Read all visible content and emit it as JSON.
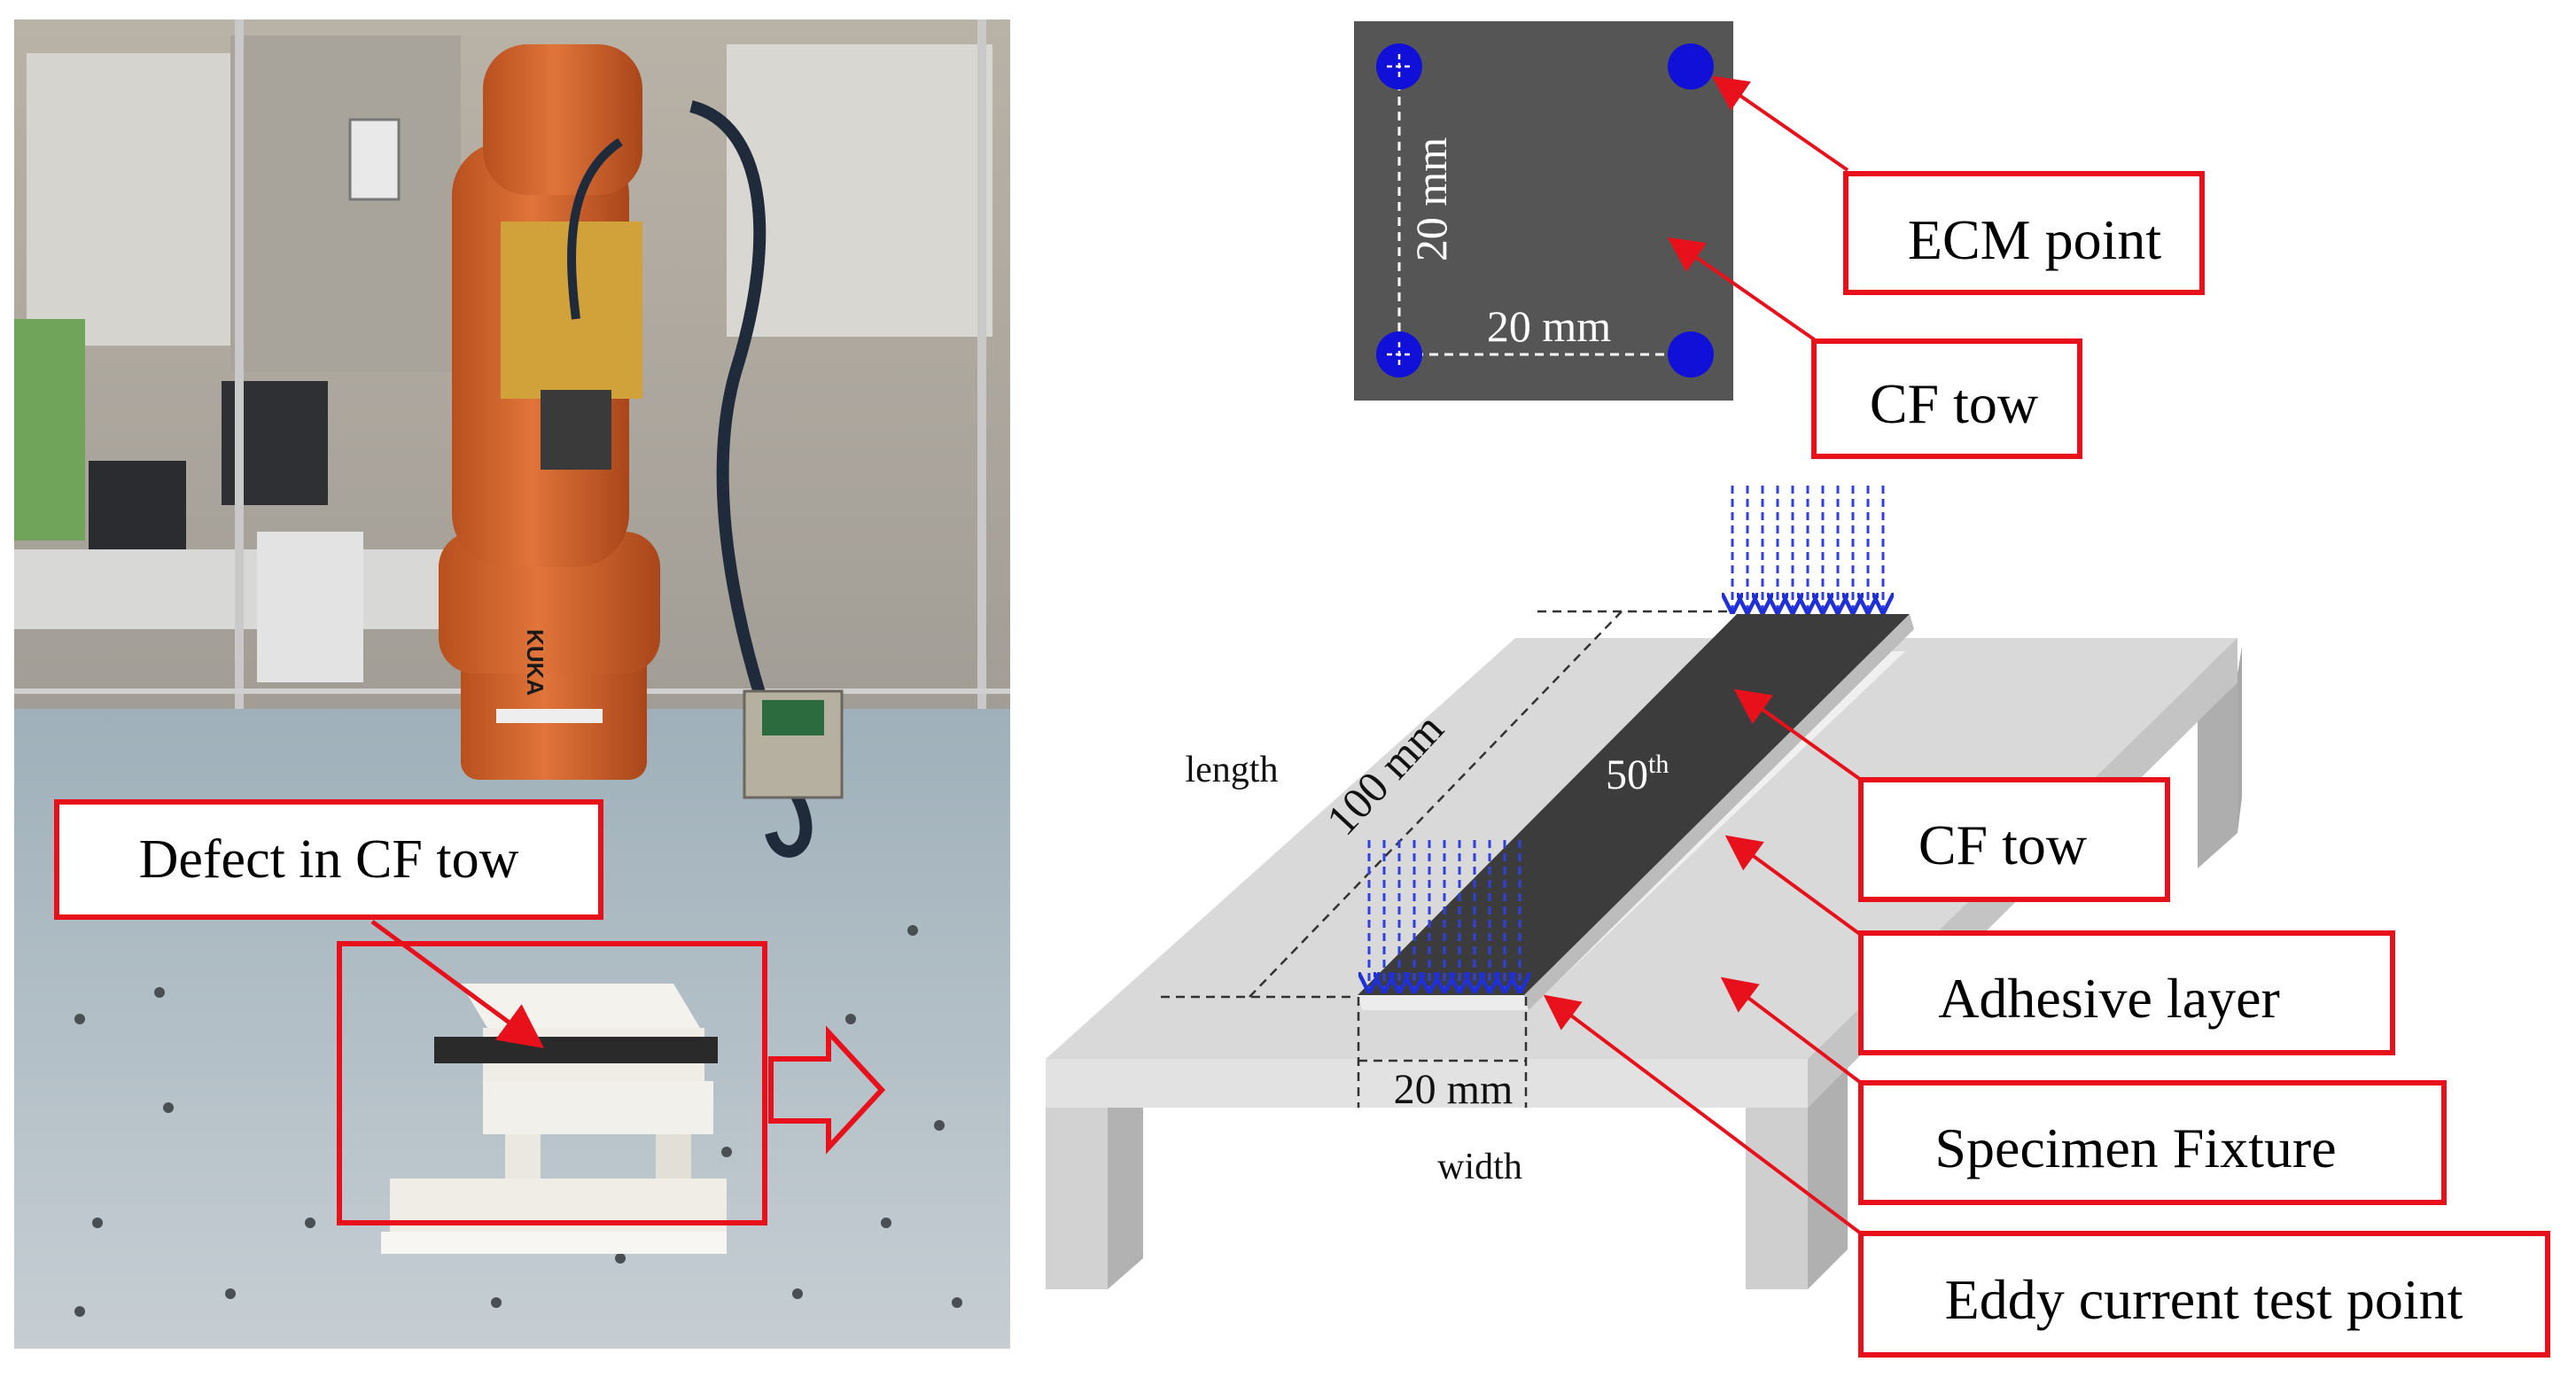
{
  "photo": {
    "robot_brand": "KUKA",
    "callout": "Defect in CF tow"
  },
  "top_view": {
    "dim_vertical": "20 mm",
    "dim_horizontal": "20 mm",
    "callout_ecm": "ECM point",
    "callout_cf": "CF tow"
  },
  "isometric": {
    "label_length": "length",
    "dim_length": "100 mm",
    "label_width": "width",
    "dim_width": "20 mm",
    "tow_index": "50",
    "tow_index_sup": "th",
    "callouts": {
      "cf_tow": "CF tow",
      "adhesive": "Adhesive layer",
      "fixture": "Specimen Fixture",
      "eddy": "Eddy current test point"
    }
  },
  "colors": {
    "callout_border": "#e8101a",
    "ecm_point": "#1010d8",
    "probe_arrows": "#3040e0",
    "tow": "#3c3c3c",
    "fixture_top": "#d8d8d8",
    "fixture_side": "#c2c2c2",
    "robot": "#d9662a"
  }
}
